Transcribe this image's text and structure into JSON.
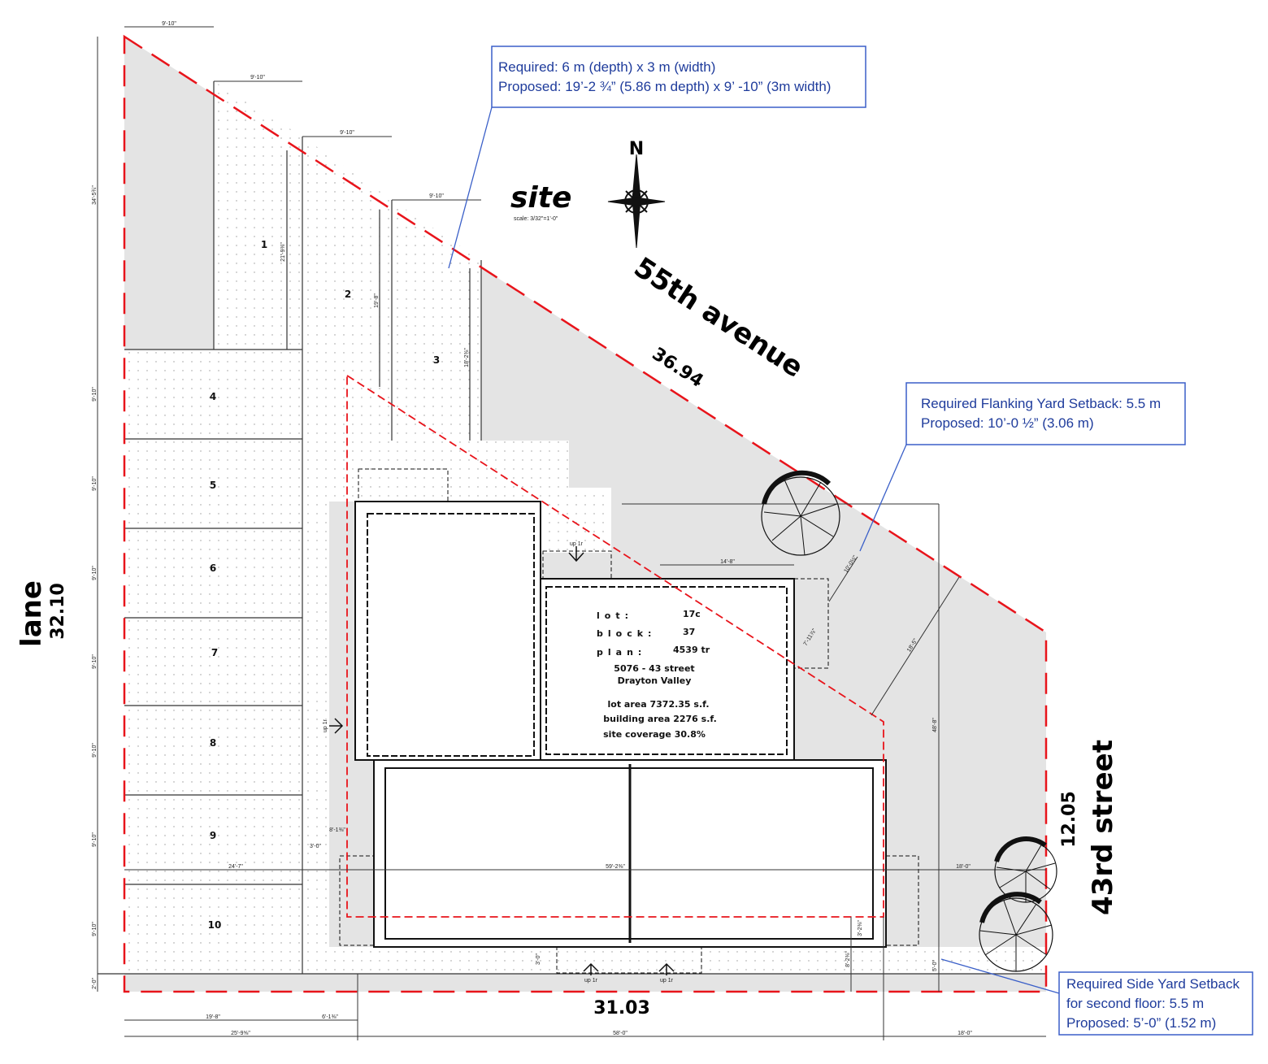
{
  "title": {
    "word": "site",
    "scale": "scale: 3/32\"=1'-0\"",
    "north": "N"
  },
  "streets": {
    "top": {
      "name": "55th avenue",
      "length": "36.94"
    },
    "left": {
      "name": "lane",
      "length": "32.10"
    },
    "right": {
      "name": "43rd street",
      "length": "12.05"
    },
    "bottom": {
      "length": "31.03"
    }
  },
  "stalls": [
    "1",
    "2",
    "3",
    "4",
    "5",
    "6",
    "7",
    "8",
    "9",
    "10"
  ],
  "lot_info": {
    "lot_label": "lot:",
    "lot": "17c",
    "block_label": "block:",
    "block": "37",
    "plan_label": "plan:",
    "plan": "4539 tr",
    "address1": "5076 - 43 street",
    "address2": "Drayton Valley",
    "lot_area": "lot area 7372.35 s.f.",
    "building_area": "building area 2276 s.f.",
    "site_coverage": "site coverage 30.8%"
  },
  "dimensions": {
    "stall_width": "9'-10\"",
    "left_top": "34'-5¾\"",
    "stall1": "21'-9⅜\"",
    "stall2": "19'-8\"",
    "stall3": "18'-2⅜\"",
    "row": "9'-10\"",
    "bottom_row": "2'-0\"",
    "bldg_top": "14'-8\"",
    "diag1": "7'-11⅞\"",
    "diag2": "10'-0½\"",
    "diag3": "18'-5\"",
    "right_vert": "48'-8\"",
    "walk1": "8'-1⅜\"",
    "walk2": "3'-0\"",
    "h_left": "24'-7\"",
    "h_mid": "59'-2⅜\"",
    "h_right": "18'-0\"",
    "b_19": "19'-8\"",
    "b_6": "6'-1⅜\"",
    "b_25": "25'-9⅝\"",
    "b_58": "58'-0\"",
    "b_18": "18'-0\"",
    "v_5": "5'-0\"",
    "v_3": "3'-0\"",
    "v_8": "8'-2⅜\"",
    "v_3b": "3'-2⅜\""
  },
  "stairs": "up 1r",
  "callouts": {
    "parking": [
      "Required: 6 m (depth) x 3 m (width)",
      "Proposed: 19’-2 ¾” (5.86 m depth) x 9’ -10” (3m width)"
    ],
    "flanking": [
      "Required Flanking Yard Setback: 5.5 m",
      "Proposed: 10’-0 ½” (3.06 m)"
    ],
    "side": [
      "Required Side Yard Setback",
      "for second floor: 5.5 m",
      "Proposed: 5’-0” (1.52 m)"
    ]
  },
  "colors": {
    "property_line": "#e8141b",
    "callout": "#3a5fc8",
    "callout_text": "#1f3c9c",
    "paving": "#e4e4e4"
  }
}
